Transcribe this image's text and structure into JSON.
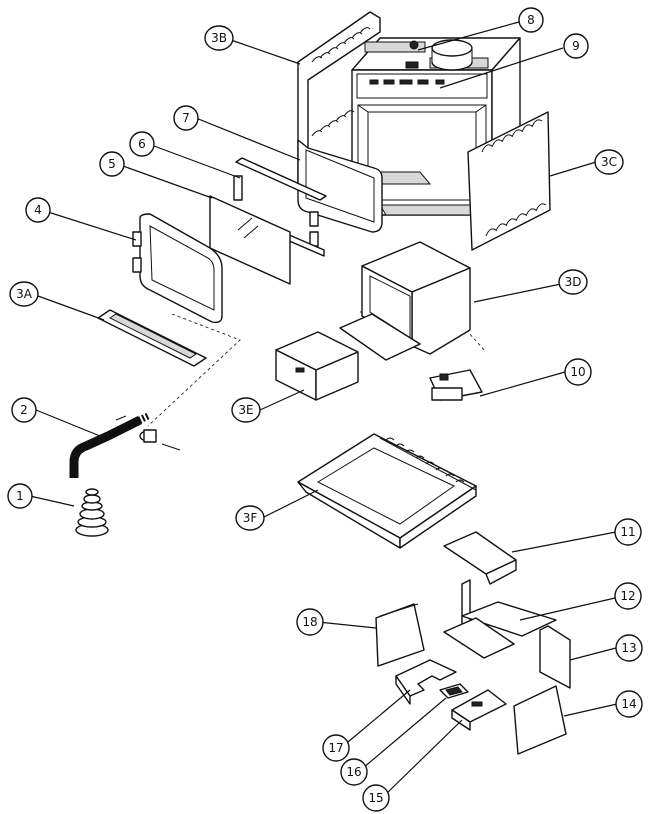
{
  "labels": {
    "l1": "1",
    "l2": "2",
    "l3a": "3A",
    "l3b": "3B",
    "l3c": "3C",
    "l3d": "3D",
    "l3e": "3E",
    "l3f": "3F",
    "l4": "4",
    "l5": "5",
    "l6": "6",
    "l7": "7",
    "l8": "8",
    "l9": "9",
    "l10": "10",
    "l11": "11",
    "l12": "12",
    "l13": "13",
    "l14": "14",
    "l15": "15",
    "l16": "16",
    "l17": "17",
    "l18": "18"
  },
  "colors": {
    "line": "#111111",
    "background": "#ffffff"
  }
}
